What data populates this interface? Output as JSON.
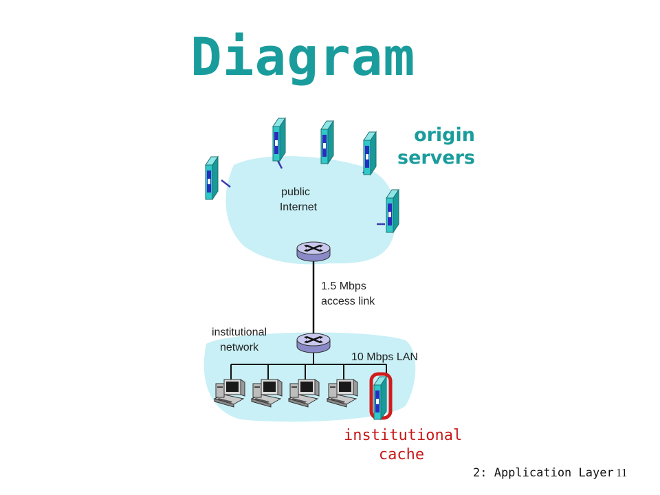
{
  "title": "Diagram",
  "labels": {
    "origin_line1": "origin",
    "origin_line2": "servers",
    "public_line1": "public",
    "public_line2": "Internet",
    "link_line1": "1.5 Mbps",
    "link_line2": "access link",
    "inst_line1": "institutional",
    "inst_line2": "network",
    "lan": "10 Mbps LAN",
    "cache_line1": "institutional",
    "cache_line2": "cache"
  },
  "footer": {
    "chapter": "2: Application Layer",
    "page": "11"
  },
  "colors": {
    "title": "#1a9c9c",
    "cloud": "#c8f0f6",
    "server": "#30c8c8",
    "link": "#3a3ab0",
    "cache_highlight": "#d01c1c",
    "cache_text": "#c81818"
  },
  "icons": [
    "server-icon",
    "router-icon",
    "workstation-icon"
  ]
}
